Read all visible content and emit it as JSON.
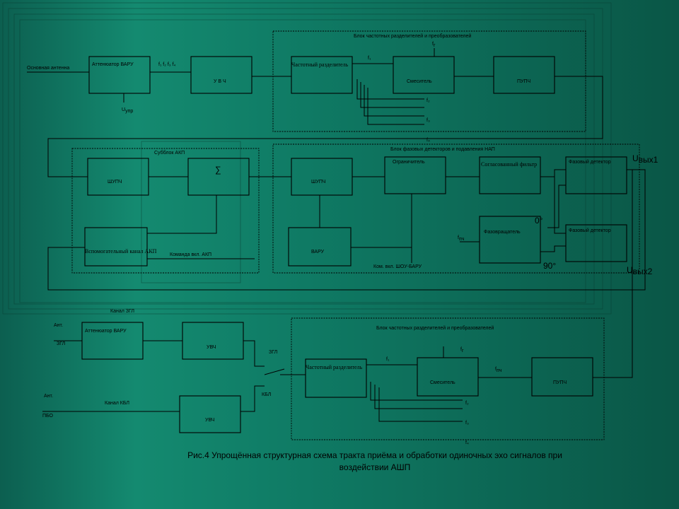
{
  "blocks": {
    "main_antenna": "Основная антенна",
    "attenuator": "Аттенюатор ВАРУ",
    "freqs": "f₁ f₂ f₃ f₄",
    "uvch": "У В Ч",
    "u_upr": "U",
    "u_upr_sub": "упр",
    "freq_block_title": "Блок частотных разделителей и преобразователей",
    "fr": "f",
    "fr_sub": "г",
    "freq_divider": "Частотный разделитель",
    "f1": "f₁",
    "mixer": "Смеситель",
    "pupch": "ПУПЧ",
    "f2": "f₂",
    "f3": "f₃",
    "f4": "f₄",
    "akp_title": "Субблок АКП",
    "shupch": "ШУПЧ",
    "sigma": "∑",
    "aux_channel": "Вспомогательный канал  АКП",
    "command_akp": "Команда вкл. АКП",
    "nap_title": "Блок фазовых детекторов и подавления НАП",
    "limiter": "Ограничитель",
    "matched_filter": "Согласованный фильтр",
    "phase_detector": "Фазовый детектор",
    "phase_shifter": "Фазовращатель",
    "fpch": "f",
    "fpch_sub": "пч",
    "varu": "ВАРУ",
    "command_shou": "Ком. вкл. ШОУ-БАРУ",
    "deg0": "0°",
    "deg90": "90°",
    "u_out1": "U",
    "u_out1_sub": "вых1",
    "u_out2": "U",
    "u_out2_sub": "вых2",
    "zgl_channel": "Канал ЗГЛ",
    "ant": "Ант.",
    "zgl": "ЗГЛ",
    "uvch2": "УВЧ",
    "kbl_channel": "Канал КБЛ",
    "pbo": "ПБО",
    "kbl": "КБЛ"
  },
  "caption": {
    "line1": "Рис.4 Упрощённая структурная схема тракта приёма и обработки одиночных эхо сигналов при",
    "line2": "воздействии АШП"
  }
}
